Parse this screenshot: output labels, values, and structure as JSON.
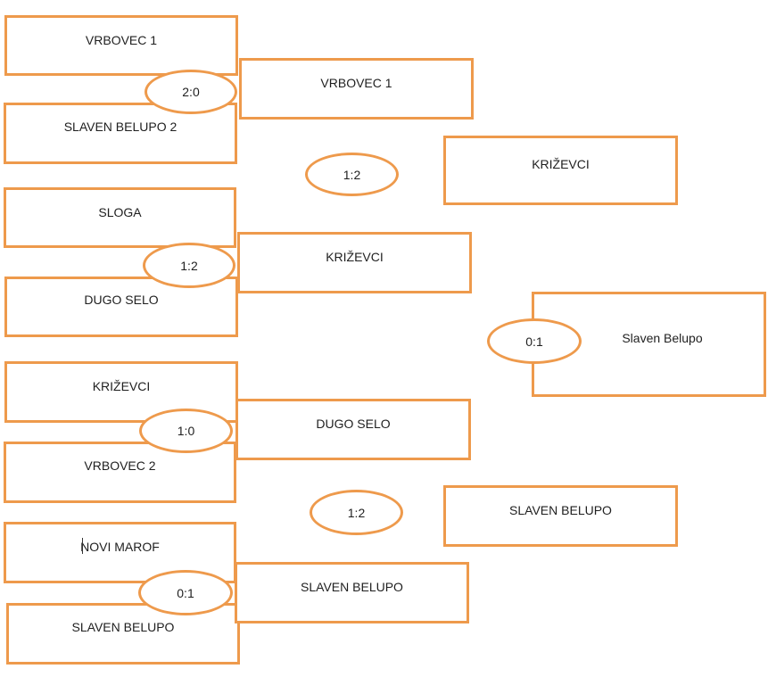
{
  "accent_color": "#ee9a4c",
  "round1": {
    "team_1": "VRBOVEC 1",
    "team_2": "SLAVEN BELUPO 2",
    "team_3": "SLOGA",
    "team_4": "DUGO SELO",
    "team_5": "KRIŽEVCI",
    "team_6": "VRBOVEC 2",
    "team_7": "NOVI MAROF",
    "team_8": "SLAVEN BELUPO",
    "score_1": "2:0",
    "score_2": "1:2",
    "score_3": "1:0",
    "score_4": "0:1"
  },
  "round2": {
    "team_1": "VRBOVEC 1",
    "team_2": "KRIŽEVCI",
    "team_3": "DUGO SELO",
    "team_4": "SLAVEN BELUPO",
    "score_1": "1:2",
    "score_2": "1:2"
  },
  "round3": {
    "team_1": "KRIŽEVCI",
    "team_2": "SLAVEN BELUPO",
    "score_1": "0:1"
  },
  "winner": {
    "team": "Slaven Belupo"
  }
}
